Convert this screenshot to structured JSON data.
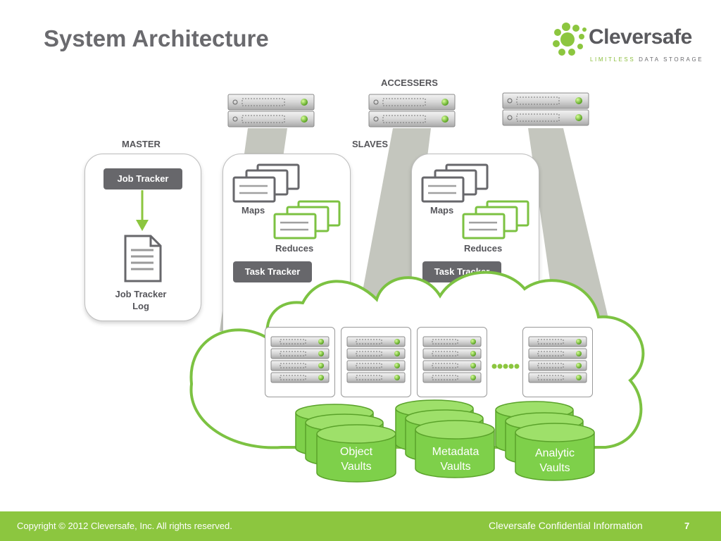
{
  "title": "System Architecture",
  "logo": {
    "name": "Cleversafe",
    "tagline_accent": "LIMITLESS",
    "tagline_rest": "DATA STORAGE"
  },
  "labels": {
    "accessers": "ACCESSERS",
    "master": "MASTER",
    "slaves": "SLAVES"
  },
  "master": {
    "job_tracker": "Job Tracker",
    "log_label_line1": "Job Tracker",
    "log_label_line2": "Log"
  },
  "slaves": [
    {
      "maps": "Maps",
      "reduces": "Reduces",
      "task_tracker": "Task Tracker"
    },
    {
      "maps": "Maps",
      "reduces": "Reduces",
      "task_tracker": "Task Tracker"
    }
  ],
  "vaults": [
    {
      "line1": "Object",
      "line2": "Vaults"
    },
    {
      "line1": "Metadata",
      "line2": "Vaults"
    },
    {
      "line1": "Analytic",
      "line2": "Vaults"
    }
  ],
  "colors": {
    "accent_green": "#8cc63f",
    "vault_green": "#7ed04a",
    "dark_gray": "#67676b"
  },
  "footer": {
    "copyright": "Copyright © 2012  Cleversafe, Inc. All rights reserved.",
    "confidential": "Cleversafe Confidential Information",
    "page": "7"
  }
}
